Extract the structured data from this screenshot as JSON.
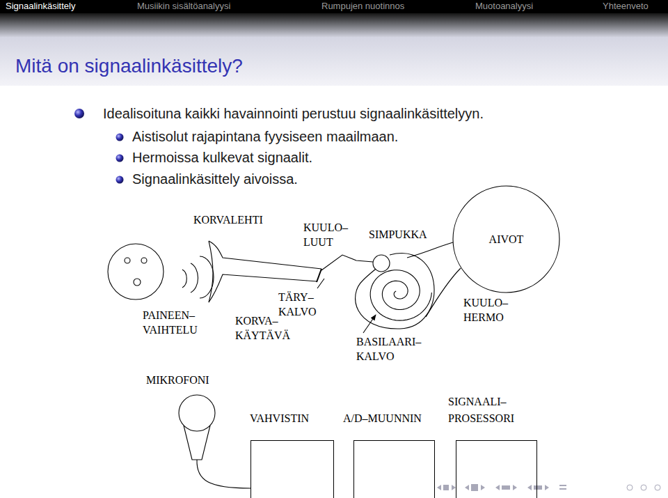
{
  "diagram": {
    "title": "Mitä on signaalinkäsittely?",
    "nodes": [
      {
        "text": [
          "AIVOT"
        ]
      },
      {
        "text": [
          "VAHVISTIN"
        ]
      },
      {
        "text": [
          "A/D–MUUNNIN"
        ]
      },
      {
        "text": [
          "SIGNAALI– PROSESSORI"
        ]
      }
    ],
    "labels": [
      "Signaalinkäsittely",
      "Musiikin sisältöanalyysi",
      "Rumpujen nuotinnos",
      "Muotoanalyysi",
      "Yhteenveto",
      "Idealisoituna kaikki havainnointi perustuu signaalinkäsittelyyn.",
      "Aistisolut rajapintana fyysiseen maailmaan.",
      "Hermoissa kulkevat signaalit.",
      "Signaalinkäsittely aivoissa.",
      "KORVALEHTI",
      "KUULO– LUUT",
      "SIMPUKKA",
      "TÄRY– KALVO",
      "PAINEEN– VAIHTELU",
      "KORVA– KÄYTÄVÄ",
      "BASILAARI– KALVO",
      "KUULO– HERMO",
      "MIKROFONI"
    ]
  }
}
